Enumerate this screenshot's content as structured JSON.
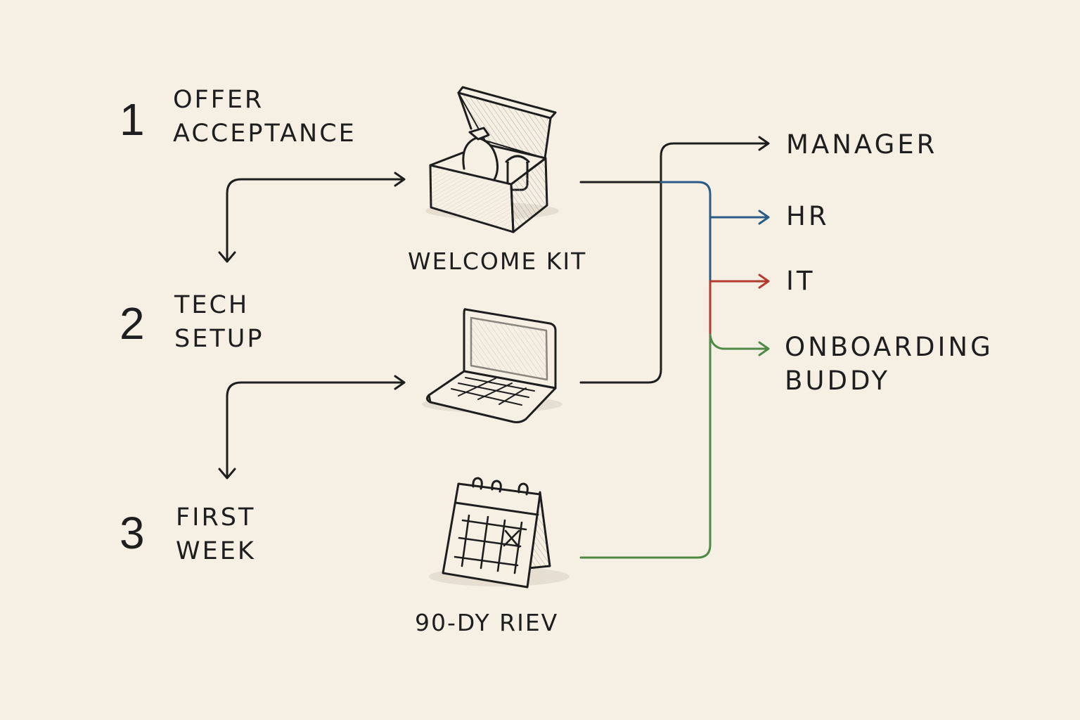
{
  "steps": [
    {
      "number": "1",
      "line1": "OFFER",
      "line2": "ACCEPTANCE"
    },
    {
      "number": "2",
      "line1": "TECH",
      "line2": "SETUP"
    },
    {
      "number": "3",
      "line1": "FIRST",
      "line2": "WEEK"
    }
  ],
  "icons": [
    {
      "name": "welcome-kit",
      "icon": "gift-box-icon",
      "label": "WELCOME KIT"
    },
    {
      "name": "laptop",
      "icon": "laptop-icon",
      "label": ""
    },
    {
      "name": "review",
      "icon": "calendar-icon",
      "label": "90-DY RIEV"
    }
  ],
  "targets": [
    {
      "label": "MANAGER",
      "color": "#1e1e1e"
    },
    {
      "label": "HR",
      "color": "#2a5a86"
    },
    {
      "label": "IT",
      "color": "#b23a2e"
    },
    {
      "label": "ONBOARDING",
      "label2": "BUDDY",
      "color": "#4f8a45"
    }
  ],
  "colors": {
    "background": "#f6f0e4",
    "ink": "#1e1e1e",
    "hr_blue": "#2a5a86",
    "it_red": "#b23a2e",
    "buddy_green": "#4f8a45"
  }
}
